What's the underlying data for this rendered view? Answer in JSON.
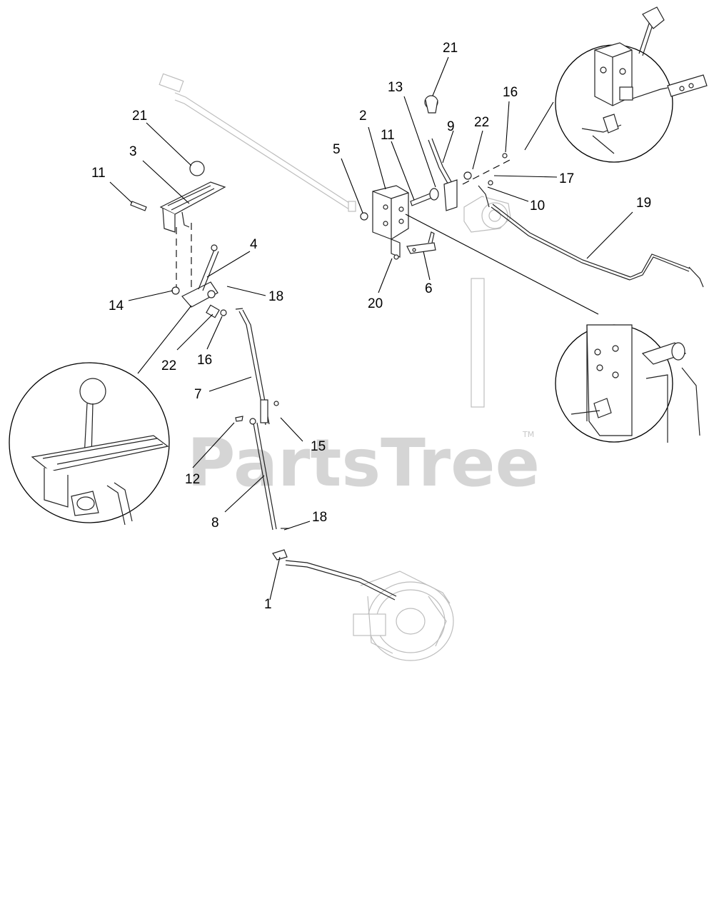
{
  "watermark": {
    "text": "PartsTree",
    "trademark": "TM"
  },
  "callouts": [
    "1",
    "2",
    "3",
    "4",
    "5",
    "6",
    "7",
    "8",
    "9",
    "10",
    "11",
    "11",
    "12",
    "13",
    "14",
    "15",
    "16",
    "16",
    "17",
    "18",
    "18",
    "19",
    "20",
    "21",
    "21",
    "22",
    "22"
  ],
  "icons": [
    "shift-lever-detail",
    "cable-bracket-detail",
    "bracket-pivot-detail",
    "transmission-assembly",
    "steering-column-ghost",
    "ball-joint-link",
    "shift-cable"
  ]
}
